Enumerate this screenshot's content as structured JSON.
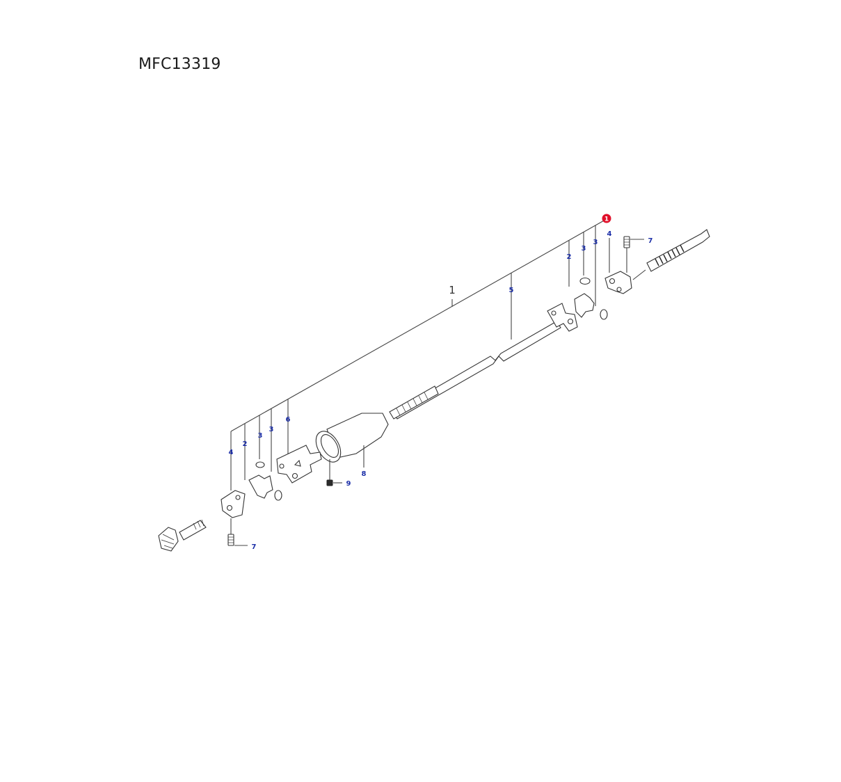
{
  "title": "MFC13319",
  "marker": {
    "label": "1",
    "color": "#e0102a"
  },
  "callouts": {
    "main_1": "1",
    "r_2": "2",
    "r_3a": "3",
    "r_3b": "3",
    "r_4": "4",
    "r_7": "7",
    "shaft_5": "5",
    "l_4": "4",
    "l_2": "2",
    "l_3a": "3",
    "l_3b": "3",
    "l_6": "6",
    "l_8": "8",
    "l_9": "9",
    "l_7": "7"
  },
  "colors": {
    "callout": "#1c2fa8",
    "line": "#444444"
  }
}
